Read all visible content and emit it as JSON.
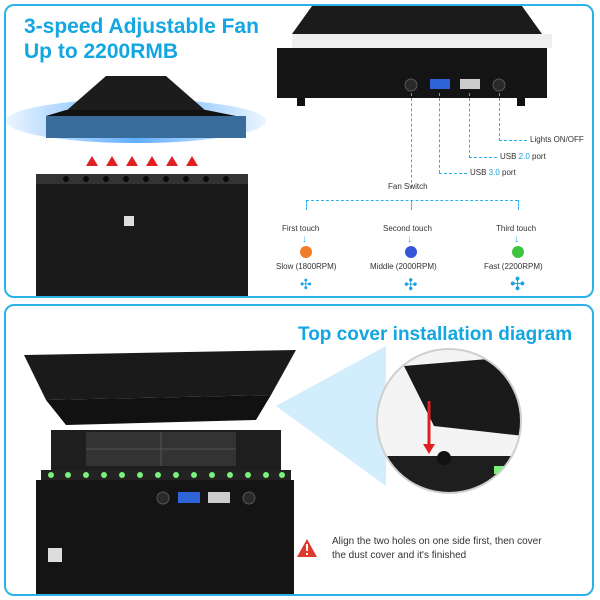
{
  "top_panel": {
    "title_line1": "3-speed Adjustable Fan",
    "title_line2": "Up to 2200RMB",
    "ports": {
      "lights": "Lights ON/OFF",
      "usb2_prefix": "USB ",
      "usb2_version": "2.0",
      "usb2_suffix": " port",
      "usb3_prefix": "USB ",
      "usb3_version": "3.0",
      "usb3_suffix": " port",
      "fan_switch": "Fan Switch"
    },
    "speeds": [
      {
        "touch": "First touch",
        "label": "Slow (1800RPM)",
        "color": "#f07c2a"
      },
      {
        "touch": "Second touch",
        "label": "Middle (2000RPM)",
        "color": "#3357d6"
      },
      {
        "touch": "Third touch",
        "label": "Fast (2200RPM)",
        "color": "#3ec43e"
      }
    ]
  },
  "bottom_panel": {
    "title": "Top cover installation diagram",
    "instruction_line1": "Align the two holes on one side first, then cover",
    "instruction_line2": "the dust cover and it's finished"
  },
  "colors": {
    "accent": "#13a6e0",
    "border": "#2bb3e8",
    "warning": "#e03a2f",
    "led": "#7cf07c"
  }
}
